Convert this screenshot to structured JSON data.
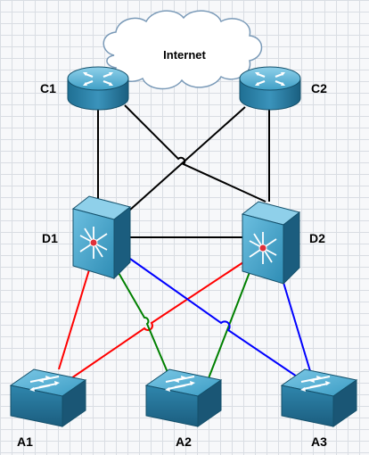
{
  "cloud": {
    "label": "Internet"
  },
  "nodes": {
    "C1": {
      "label": "C1",
      "kind": "router"
    },
    "C2": {
      "label": "C2",
      "kind": "router"
    },
    "D1": {
      "label": "D1",
      "kind": "multilayer-switch"
    },
    "D2": {
      "label": "D2",
      "kind": "multilayer-switch"
    },
    "A1": {
      "label": "A1",
      "kind": "switch"
    },
    "A2": {
      "label": "A2",
      "kind": "switch"
    },
    "A3": {
      "label": "A3",
      "kind": "switch"
    }
  },
  "links": [
    {
      "from": "C1",
      "to": "D1",
      "color": "#000000"
    },
    {
      "from": "C1",
      "to": "D2",
      "color": "#000000"
    },
    {
      "from": "C2",
      "to": "D1",
      "color": "#000000"
    },
    {
      "from": "C2",
      "to": "D2",
      "color": "#000000"
    },
    {
      "from": "D1",
      "to": "D2",
      "color": "#000000"
    },
    {
      "from": "D1",
      "to": "A1",
      "color": "#ff0000"
    },
    {
      "from": "D2",
      "to": "A1",
      "color": "#ff0000"
    },
    {
      "from": "D1",
      "to": "A2",
      "color": "#008000"
    },
    {
      "from": "D2",
      "to": "A2",
      "color": "#008000"
    },
    {
      "from": "D1",
      "to": "A3",
      "color": "#0000ff"
    },
    {
      "from": "D2",
      "to": "A3",
      "color": "#0000ff"
    }
  ]
}
